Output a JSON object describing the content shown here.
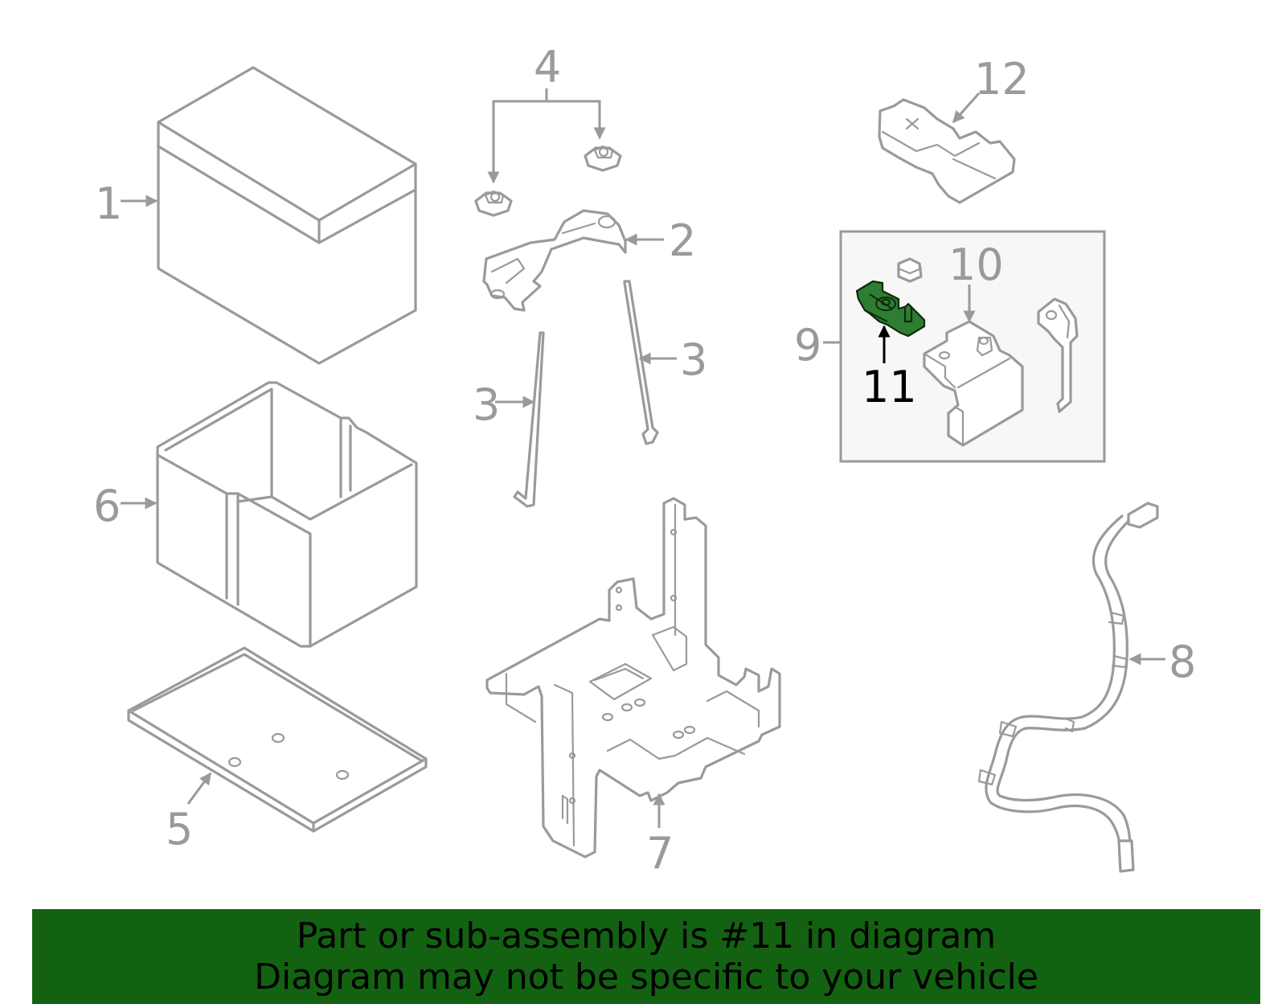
{
  "labels": {
    "p1": "1",
    "p2": "2",
    "p3a": "3",
    "p3b": "3",
    "p4": "4",
    "p5": "5",
    "p6": "6",
    "p7": "7",
    "p8": "8",
    "p9": "9",
    "p10": "10",
    "p11": "11",
    "p12": "12"
  },
  "banner": {
    "line1": "Part or sub-assembly is #11 in diagram",
    "line2": "Diagram may not be specific to your vehicle"
  },
  "colors": {
    "highlight": "#2e7d32",
    "banner": "#136212",
    "line": "#9a9a9a"
  }
}
